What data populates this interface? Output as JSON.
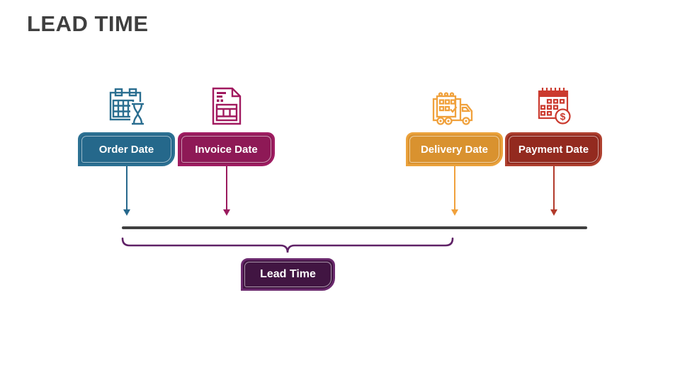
{
  "slide": {
    "title": "LEAD TIME",
    "title_color": "#3f3f3f",
    "background": "#ffffff"
  },
  "milestones": [
    {
      "label": "Order Date",
      "icon": "calendar-hourglass-icon",
      "fill": "#25688b",
      "border": "#2d7193",
      "icon_color": "#2a6e90",
      "arrow_color": "#26688c"
    },
    {
      "label": "Invoice Date",
      "icon": "invoice-document-icon",
      "fill": "#8e1956",
      "border": "#a01d62",
      "icon_color": "#a1195f",
      "arrow_color": "#9a1b5e"
    },
    {
      "label": "Delivery Date",
      "icon": "delivery-truck-calendar-icon",
      "fill": "#d9922f",
      "border": "#eba23c",
      "icon_color": "#f0a13c",
      "arrow_color": "#f0a13c"
    },
    {
      "label": "Payment Date",
      "icon": "calendar-dollar-icon",
      "fill": "#932a1f",
      "border": "#af4130",
      "icon_color": "#cb3a2e",
      "arrow_color": "#b23a2b",
      "currency_symbol": "$"
    }
  ],
  "timeline": {
    "color": "#404040"
  },
  "lead_time": {
    "label": "Lead Time",
    "fill": "#411542",
    "border": "#6b2a6e",
    "brace_color": "#5f2166"
  }
}
